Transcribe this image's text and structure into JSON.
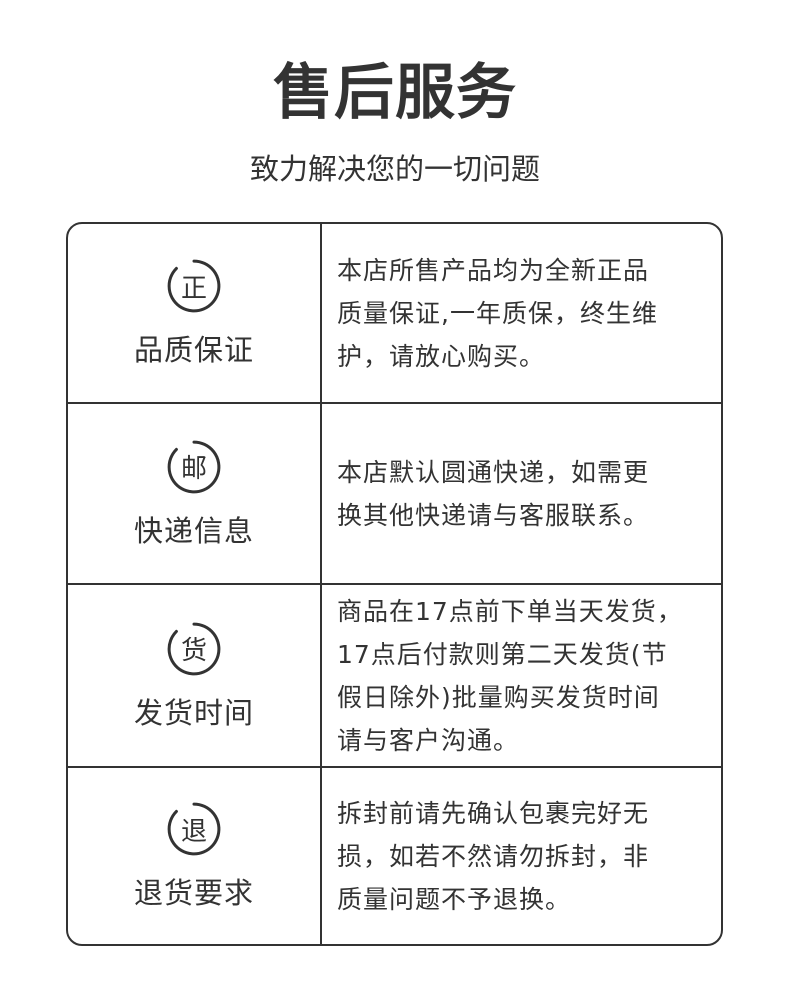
{
  "header": {
    "title": "售后服务",
    "subtitle": "致力解决您的一切问题"
  },
  "colors": {
    "text": "#333333",
    "border": "#333333",
    "background": "#ffffff"
  },
  "rows": [
    {
      "badge": "正",
      "badge_icon": "circle-badge-icon",
      "label": "品质保证",
      "lines": [
        "本店所售产品均为全新正品",
        "质量保证,一年质保，终生维",
        "护，请放心购买。"
      ]
    },
    {
      "badge": "邮",
      "badge_icon": "circle-badge-icon",
      "label": "快递信息",
      "lines": [
        "本店默认圆通快递，如需更",
        "换其他快递请与客服联系。"
      ]
    },
    {
      "badge": "货",
      "badge_icon": "circle-badge-icon",
      "label": "发货时间",
      "lines": [
        "商品在17点前下单当天发货，",
        "17点后付款则第二天发货(节",
        "假日除外)批量购买发货时间",
        "请与客户沟通。"
      ]
    },
    {
      "badge": "退",
      "badge_icon": "circle-badge-icon",
      "label": "退货要求",
      "lines": [
        "拆封前请先确认包裹完好无",
        "损，如若不然请勿拆封，非",
        "质量问题不予退换。"
      ]
    }
  ]
}
